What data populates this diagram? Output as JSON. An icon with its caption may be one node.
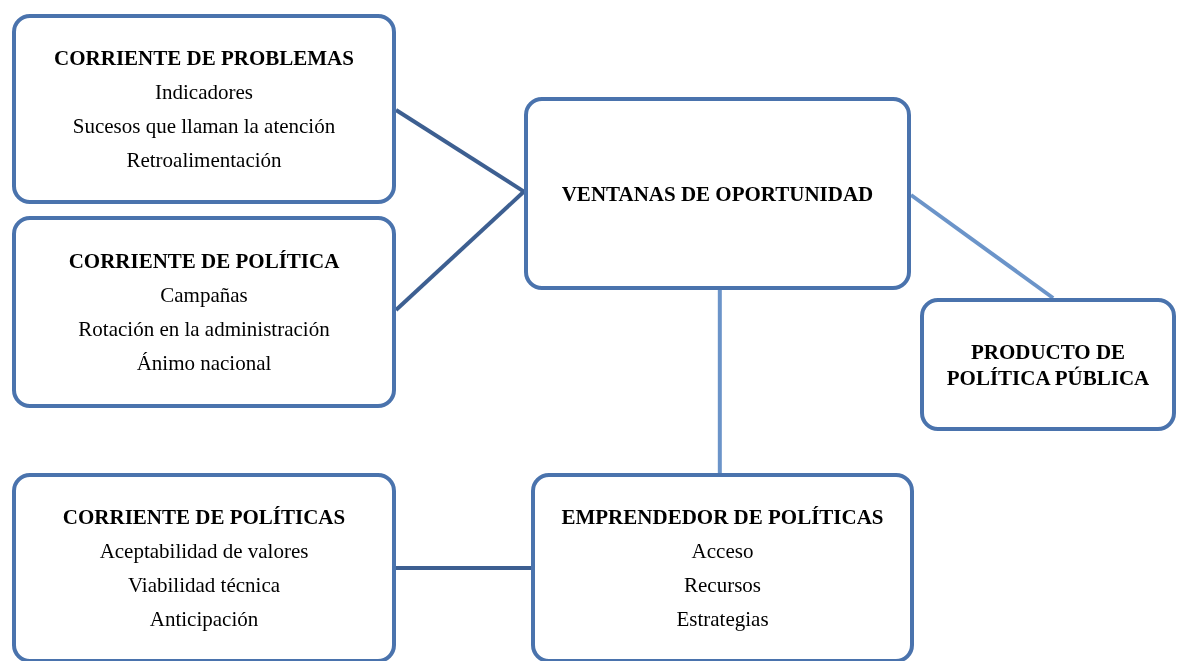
{
  "diagram": {
    "nodes": [
      {
        "text": [
          "CORRIENTE DE PROBLEMAS",
          "Indicadores",
          "Sucesos que llaman la atención",
          "Retroalimentación"
        ]
      },
      {
        "text": [
          "CORRIENTE DE POLÍTICA",
          "Campañas",
          "Rotación en la administración",
          "Ánimo nacional"
        ]
      },
      {
        "text": [
          "VENTANAS DE OPORTUNIDAD"
        ]
      },
      {
        "text": [
          "PRODUCTO DE POLÍTICA PÚBLICA"
        ]
      },
      {
        "text": [
          "CORRIENTE DE POLÍTICAS",
          "Aceptabilidad de valores",
          "Viabilidad técnica",
          "Anticipación"
        ]
      },
      {
        "text": [
          "EMPRENDEDOR DE POLÍTICAS",
          "Acceso",
          "Recursos",
          "Estrategias"
        ]
      }
    ],
    "edges": [
      {
        "from": 0,
        "to": 2,
        "arrow": "none"
      },
      {
        "from": 1,
        "to": 2,
        "arrow": "none"
      },
      {
        "from": 2,
        "to": 3,
        "arrow": "none",
        "color": "#6b94c9"
      },
      {
        "from": 2,
        "to": 5,
        "arrow": "none",
        "color": "#6b94c9"
      },
      {
        "from": 4,
        "to": 5,
        "arrow": "none"
      }
    ]
  }
}
